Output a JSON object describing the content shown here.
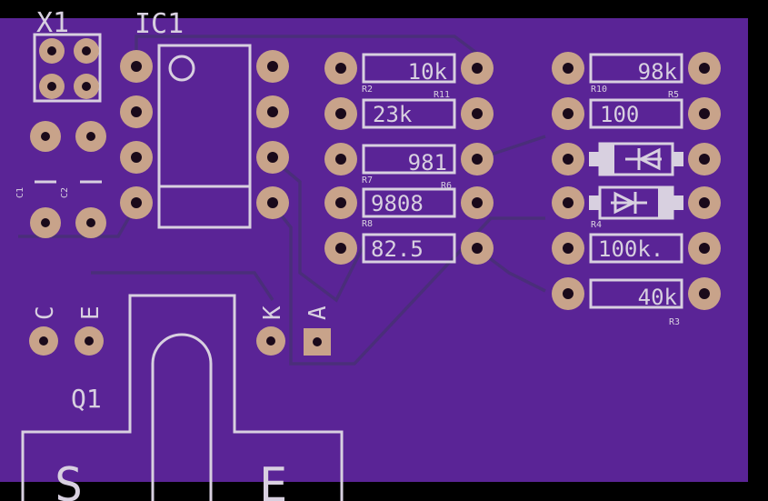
{
  "colors": {
    "board": "#5a2496",
    "board_edge": "#000000",
    "silkscreen": "#d8d0e0",
    "pad": "#c8a38a",
    "trace_outline": "#4a2e7a"
  },
  "components": {
    "x1": {
      "ref": "X1"
    },
    "ic1": {
      "ref": "IC1"
    },
    "q1": {
      "ref": "Q1",
      "pin_labels": [
        "S",
        "E"
      ]
    },
    "c1": {
      "ref": "C1"
    },
    "c2": {
      "ref": "C2"
    },
    "pin_c": "C",
    "pin_e": "E",
    "pin_k": "K",
    "pin_a": "A"
  },
  "resistors": [
    {
      "value": "10k",
      "ref": "R2"
    },
    {
      "ref": "R11"
    },
    {
      "value": "23k"
    },
    {
      "value": "981",
      "ref": "R7"
    },
    {
      "ref": "R6"
    },
    {
      "value": "9808",
      "ref": "R8"
    },
    {
      "value": "82.5"
    },
    {
      "value": "98k",
      "ref": "R10"
    },
    {
      "value": "100",
      "ref": "R5"
    },
    {
      "ref": "R4"
    },
    {
      "value": "100k."
    },
    {
      "value": "40k",
      "ref": "R3"
    }
  ]
}
